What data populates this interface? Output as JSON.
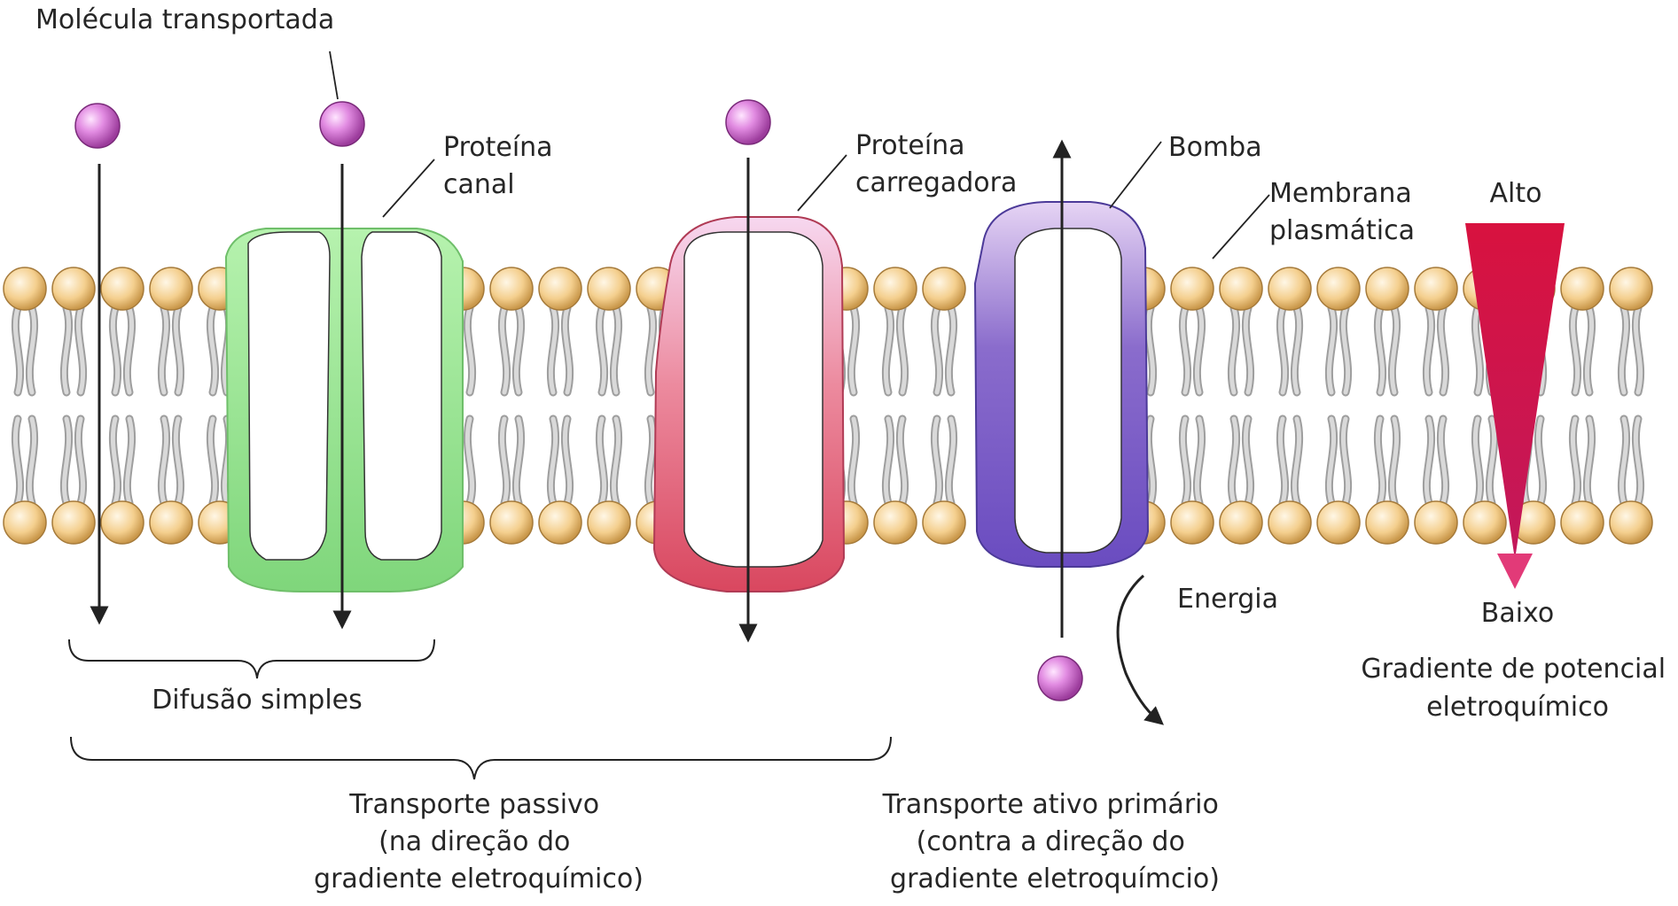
{
  "labels": {
    "transported_molecule": "Molécula transportada",
    "channel_protein": [
      "Proteína",
      "canal"
    ],
    "carrier_protein": [
      "Proteína",
      "carregadora"
    ],
    "pump": "Bomba",
    "plasma_membrane": [
      "Membrana",
      "plasmática"
    ],
    "high": "Alto",
    "low": "Baixo",
    "energy": "Energia",
    "gradient": [
      "Gradiente de potencial",
      "eletroquímico"
    ],
    "simple_diffusion": "Difusão simples",
    "passive_transport": [
      "Transporte passivo",
      "(na direção do",
      "gradiente eletroquímico)"
    ],
    "active_transport": [
      "Transporte ativo primário",
      "(contra a direção do",
      "gradiente eletroquímcio)"
    ]
  },
  "colors": {
    "molecule": "#d070d0",
    "lipid_head": "#f2c98a",
    "lipid_tail": "#bdbdbd",
    "channel_protein": "#8fe08f",
    "carrier_protein": "#e0607a",
    "pump": "#7a5cc8",
    "gradient_arrow": "#c8144a",
    "line": "#222222"
  },
  "icons": {
    "molecule": "sphere-icon",
    "lipid": "phospholipid-icon",
    "arrow": "arrow-icon",
    "brace": "brace-icon"
  }
}
